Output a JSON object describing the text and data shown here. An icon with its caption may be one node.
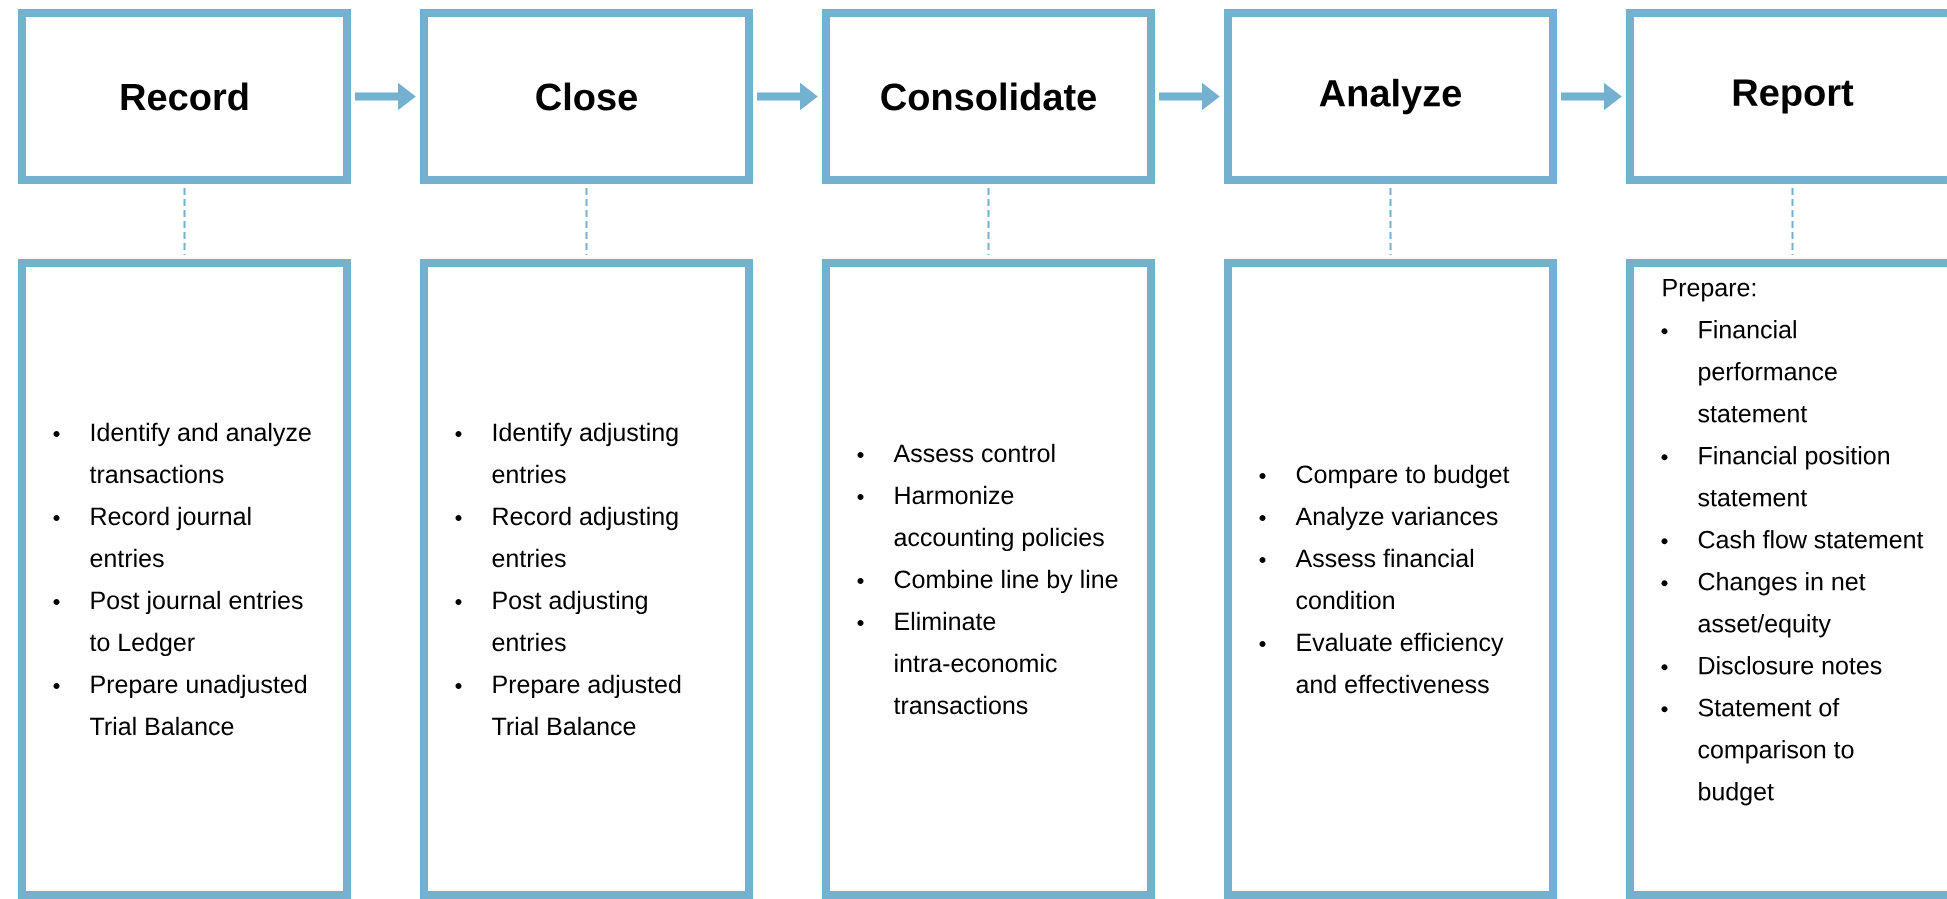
{
  "diagram": {
    "nodes": [
      {
        "text": [
          "Record"
        ]
      },
      {
        "text": [
          "Close"
        ]
      },
      {
        "text": [
          "Consolidate"
        ]
      },
      {
        "text": [
          "Analyze"
        ]
      },
      {
        "text": [
          "Report"
        ]
      },
      {
        "text": [
          "Identify and analyze transactions",
          "Record journal entries",
          "Post journal entries to Ledger",
          "Prepare unadjusted Trial Balance"
        ]
      },
      {
        "text": [
          "Identify adjusting entries",
          "Record adjusting entries",
          "Post adjusting entries",
          "Prepare adjusted Trial Balance"
        ]
      },
      {
        "text": [
          "Assess control",
          "Harmonize accounting policies",
          "Combine line by line",
          "Eliminate intra-economic transactions"
        ]
      },
      {
        "text": [
          "Compare to budget",
          "Analyze variances",
          "Assess financial condition",
          "Evaluate efficiency and effectiveness"
        ]
      },
      {
        "text": [
          "Prepare:",
          "Financial performance statement",
          "Financial position statement",
          "Cash flow statement",
          "Changes in net asset/equity",
          "Disclosure notes",
          "Statement of comparison to budget"
        ]
      }
    ],
    "edges": [
      {
        "from": 0,
        "to": 1,
        "arrow": "to",
        "style": "thick"
      },
      {
        "from": 1,
        "to": 2,
        "arrow": "to",
        "style": "thick"
      },
      {
        "from": 2,
        "to": 3,
        "arrow": "to",
        "style": "thick"
      },
      {
        "from": 3,
        "to": 4,
        "arrow": "to",
        "style": "thick"
      },
      {
        "from": 0,
        "to": 5,
        "arrow": "none",
        "style": "dashed"
      },
      {
        "from": 1,
        "to": 6,
        "arrow": "none",
        "style": "dashed"
      },
      {
        "from": 2,
        "to": 7,
        "arrow": "none",
        "style": "dashed"
      },
      {
        "from": 3,
        "to": 8,
        "arrow": "none",
        "style": "dashed"
      },
      {
        "from": 4,
        "to": 9,
        "arrow": "none",
        "style": "dashed"
      }
    ]
  }
}
